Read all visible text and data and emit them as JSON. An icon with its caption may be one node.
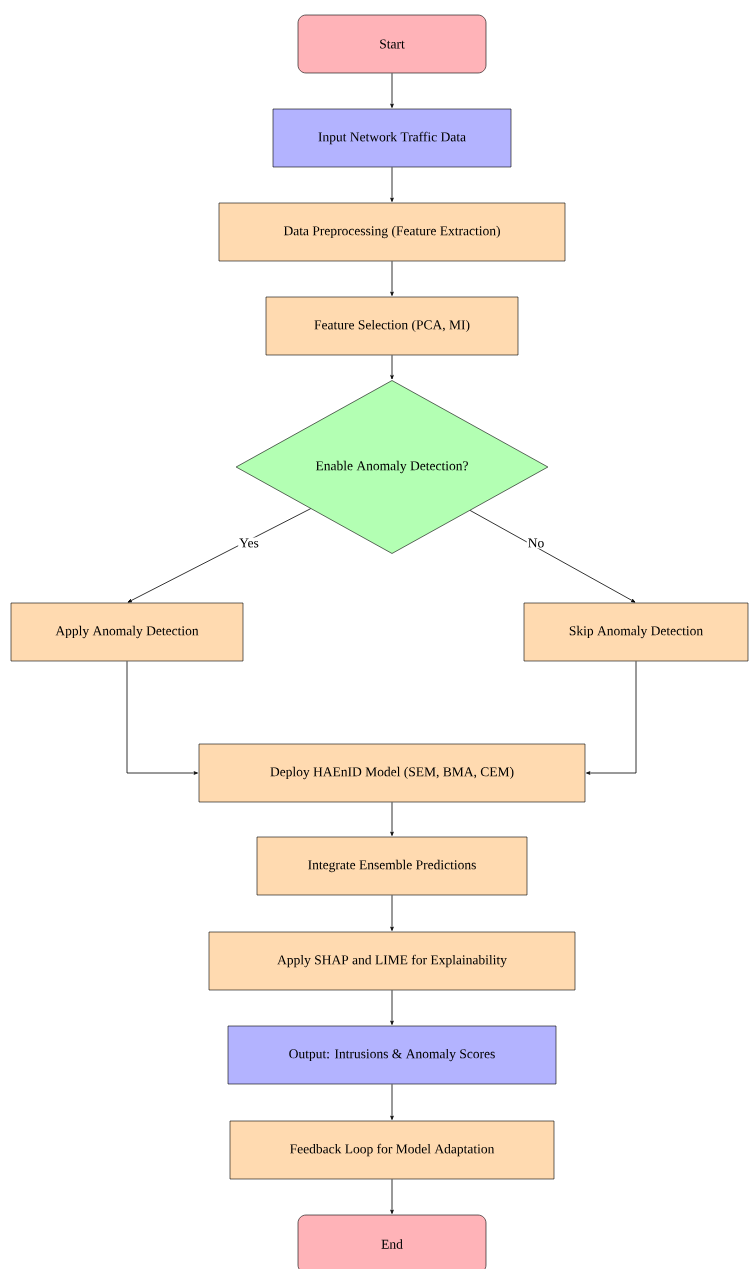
{
  "diagram": {
    "nodes": [
      {
        "text": [
          "Start"
        ]
      },
      {
        "text": [
          "Input Network Traffic Data"
        ]
      },
      {
        "text": [
          "Data Preprocessing (Feature Extraction)"
        ]
      },
      {
        "text": [
          "Feature Selection (PCA, MI)"
        ]
      },
      {
        "text": [
          "Enable Anomaly Detection?"
        ]
      },
      {
        "text": [
          "Apply Anomaly Detection"
        ]
      },
      {
        "text": [
          "Skip Anomaly Detection"
        ]
      },
      {
        "text": [
          "Deploy HAEnID Model (SEM, BMA, CEM)"
        ]
      },
      {
        "text": [
          "Integrate Ensemble Predictions"
        ]
      },
      {
        "text": [
          "Apply SHAP and LIME for Explainability"
        ]
      },
      {
        "text": [
          "Output: Intrusions & Anomaly Scores"
        ]
      },
      {
        "text": [
          "Feedback Loop for Model Adaptation"
        ]
      },
      {
        "text": [
          "End"
        ]
      }
    ],
    "edges": [
      {
        "from": 0,
        "to": 1,
        "arrow": "to"
      },
      {
        "from": 1,
        "to": 2,
        "arrow": "to"
      },
      {
        "from": 2,
        "to": 3,
        "arrow": "to"
      },
      {
        "from": 3,
        "to": 4,
        "arrow": "to"
      },
      {
        "from": 4,
        "to": 5,
        "arrow": "to",
        "label": "Yes"
      },
      {
        "from": 4,
        "to": 6,
        "arrow": "to",
        "label": "No"
      },
      {
        "from": 5,
        "to": 7,
        "arrow": "to"
      },
      {
        "from": 6,
        "to": 7,
        "arrow": "to"
      },
      {
        "from": 7,
        "to": 8,
        "arrow": "to"
      },
      {
        "from": 8,
        "to": 9,
        "arrow": "to"
      },
      {
        "from": 9,
        "to": 10,
        "arrow": "to"
      },
      {
        "from": 10,
        "to": 11,
        "arrow": "to"
      },
      {
        "from": 11,
        "to": 12,
        "arrow": "to"
      }
    ]
  }
}
